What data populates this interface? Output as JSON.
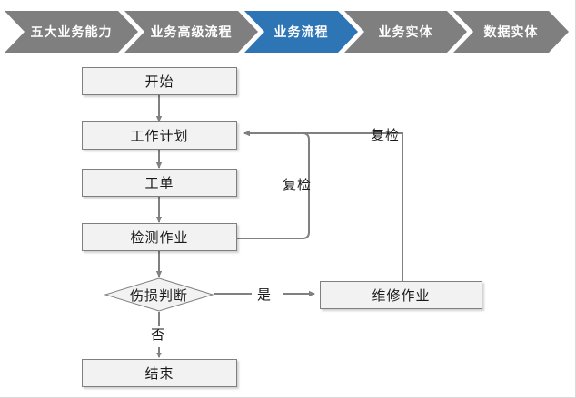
{
  "colors": {
    "chevron_inactive": "#7f7f7f",
    "chevron_active": "#2e75b6",
    "node_fill": "#f2f2f2",
    "node_border": "#7f7f7f",
    "connector": "#808080",
    "page_background": "#ffffff",
    "text_dark": "#1a1a1a",
    "text_light": "#ffffff"
  },
  "breadcrumb": {
    "name": "business-architecture-breadcrumb",
    "steps": [
      {
        "label": "五大业务能力",
        "active": false
      },
      {
        "label": "业务高级流程",
        "active": false
      },
      {
        "label": "业务流程",
        "active": true
      },
      {
        "label": "业务实体",
        "active": false
      },
      {
        "label": "数据实体",
        "active": false
      }
    ]
  },
  "flowchart": {
    "type": "flowchart",
    "nodes": [
      {
        "id": "start",
        "label": "开始",
        "shape": "rectangle"
      },
      {
        "id": "work_plan",
        "label": "工作计划",
        "shape": "rectangle"
      },
      {
        "id": "work_order",
        "label": "工单",
        "shape": "rectangle"
      },
      {
        "id": "inspection",
        "label": "检测作业",
        "shape": "rectangle"
      },
      {
        "id": "decision",
        "label": "伤损判断",
        "shape": "diamond"
      },
      {
        "id": "repair",
        "label": "维修作业",
        "shape": "rectangle"
      },
      {
        "id": "end",
        "label": "结束",
        "shape": "rectangle"
      }
    ],
    "edges": [
      {
        "from": "start",
        "to": "work_plan",
        "label": ""
      },
      {
        "from": "work_plan",
        "to": "work_order",
        "label": ""
      },
      {
        "from": "work_order",
        "to": "inspection",
        "label": ""
      },
      {
        "from": "inspection",
        "to": "decision",
        "label": ""
      },
      {
        "from": "inspection",
        "to": "work_plan",
        "label": "复检"
      },
      {
        "from": "decision",
        "to": "repair",
        "label": "是"
      },
      {
        "from": "decision",
        "to": "end",
        "label": "否"
      },
      {
        "from": "repair",
        "to": "work_plan",
        "label": "复检"
      }
    ],
    "edge_labels": {
      "recheck_inner": "复检",
      "recheck_outer": "复检",
      "yes": "是",
      "no": "否"
    }
  }
}
